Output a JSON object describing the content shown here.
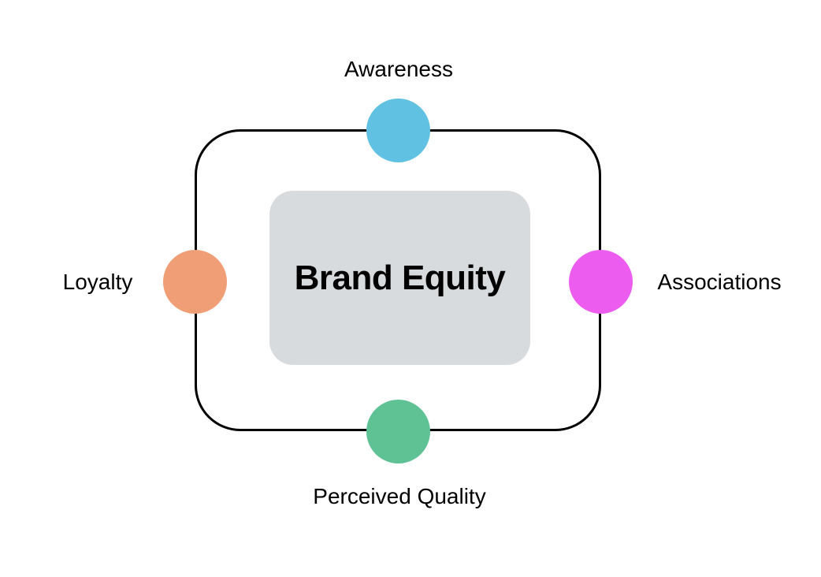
{
  "diagram": {
    "title": "Brand Equity",
    "nodes": [
      {
        "label": "Awareness",
        "position": "top",
        "color": "#60C1E2"
      },
      {
        "label": "Associations",
        "position": "right",
        "color": "#EB5CEF"
      },
      {
        "label": "Perceived Quality",
        "position": "bottom",
        "color": "#5FC295"
      },
      {
        "label": "Loyalty",
        "position": "left",
        "color": "#F09E76"
      }
    ],
    "colors": {
      "center_box_fill": "#D8DBDE",
      "outline_stroke": "#000000",
      "background": "#FFFFFF",
      "text": "#000000"
    }
  }
}
